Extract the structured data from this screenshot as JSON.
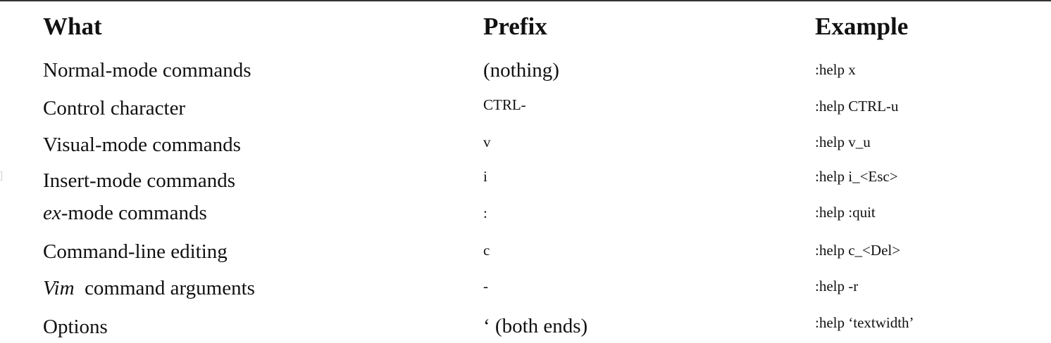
{
  "table": {
    "headers": {
      "what": "What",
      "prefix": "Prefix",
      "example": "Example"
    },
    "rows": [
      {
        "what_italic": "",
        "what_text": "Normal-mode commands",
        "prefix": "(nothing)",
        "example": ":help x"
      },
      {
        "what_italic": "",
        "what_text": "Control character",
        "prefix": "CTRL-",
        "example": ":help CTRL-u"
      },
      {
        "what_italic": "",
        "what_text": "Visual-mode commands",
        "prefix": "v",
        "example": ":help v_u"
      },
      {
        "what_italic": "",
        "what_text": "Insert-mode commands",
        "prefix": "i",
        "example": ":help i_<Esc>"
      },
      {
        "what_italic": "ex",
        "what_text": "-mode commands",
        "prefix": ":",
        "example": ":help :quit"
      },
      {
        "what_italic": "",
        "what_text": "Command-line editing",
        "prefix": "c",
        "example": ":help c_<Del>"
      },
      {
        "what_italic": "Vim",
        "what_text": "  command arguments",
        "prefix": "-",
        "example": ":help -r"
      },
      {
        "what_italic": "",
        "what_text": "Options",
        "prefix": "‘ (both ends)",
        "example": ":help ‘textwidth’"
      }
    ]
  }
}
